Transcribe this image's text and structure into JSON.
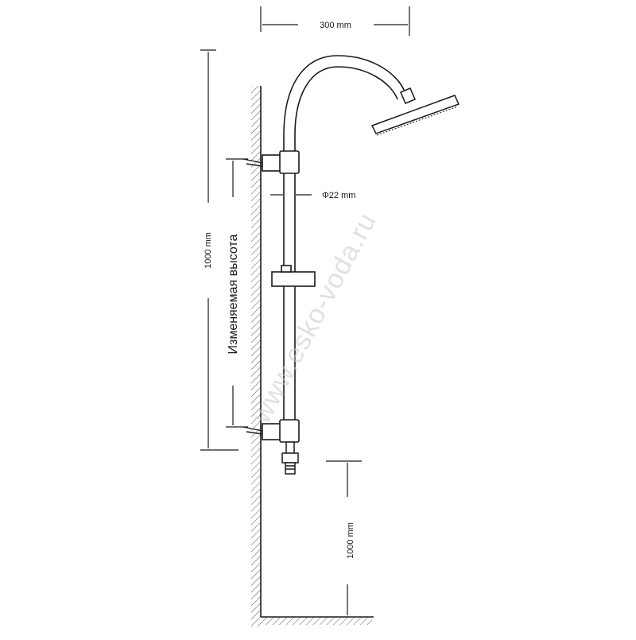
{
  "dimensions": {
    "head_width": "300 mm",
    "pipe_diameter": "Φ22 mm",
    "rail_height": "1000 mm",
    "floor_height": "1000 mm",
    "adjustable_height": "Изменяемая высота"
  },
  "watermark": "www.esko-voda.ru",
  "colors": {
    "line": "#1a1a1a",
    "wall_hatch": "#555555",
    "watermark": "#c9c9c9"
  }
}
